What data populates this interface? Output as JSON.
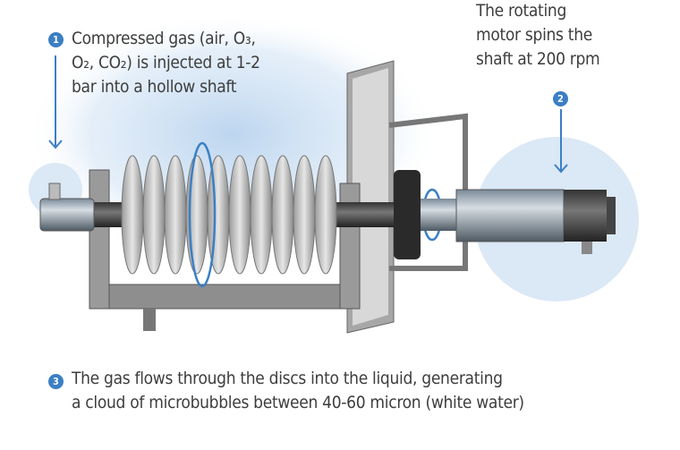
{
  "callouts": [
    {
      "number": "1",
      "lines": [
        "Compressed gas (air, O₃,",
        "O₂, CO₂) is injected at 1-2",
        "bar into a hollow shaft"
      ]
    },
    {
      "number": "2",
      "lines": [
        "The rotating",
        "motor spins the",
        "shaft at 200 rpm"
      ]
    },
    {
      "number": "3",
      "lines": [
        "The gas flows through the discs into the liquid, generating",
        "a cloud of microbubbles between 40-60 micron (white water)"
      ]
    }
  ],
  "colors": {
    "accent": "#3b7fc4",
    "mist": "#cfe0f1",
    "metal": "#8c8c8c"
  }
}
